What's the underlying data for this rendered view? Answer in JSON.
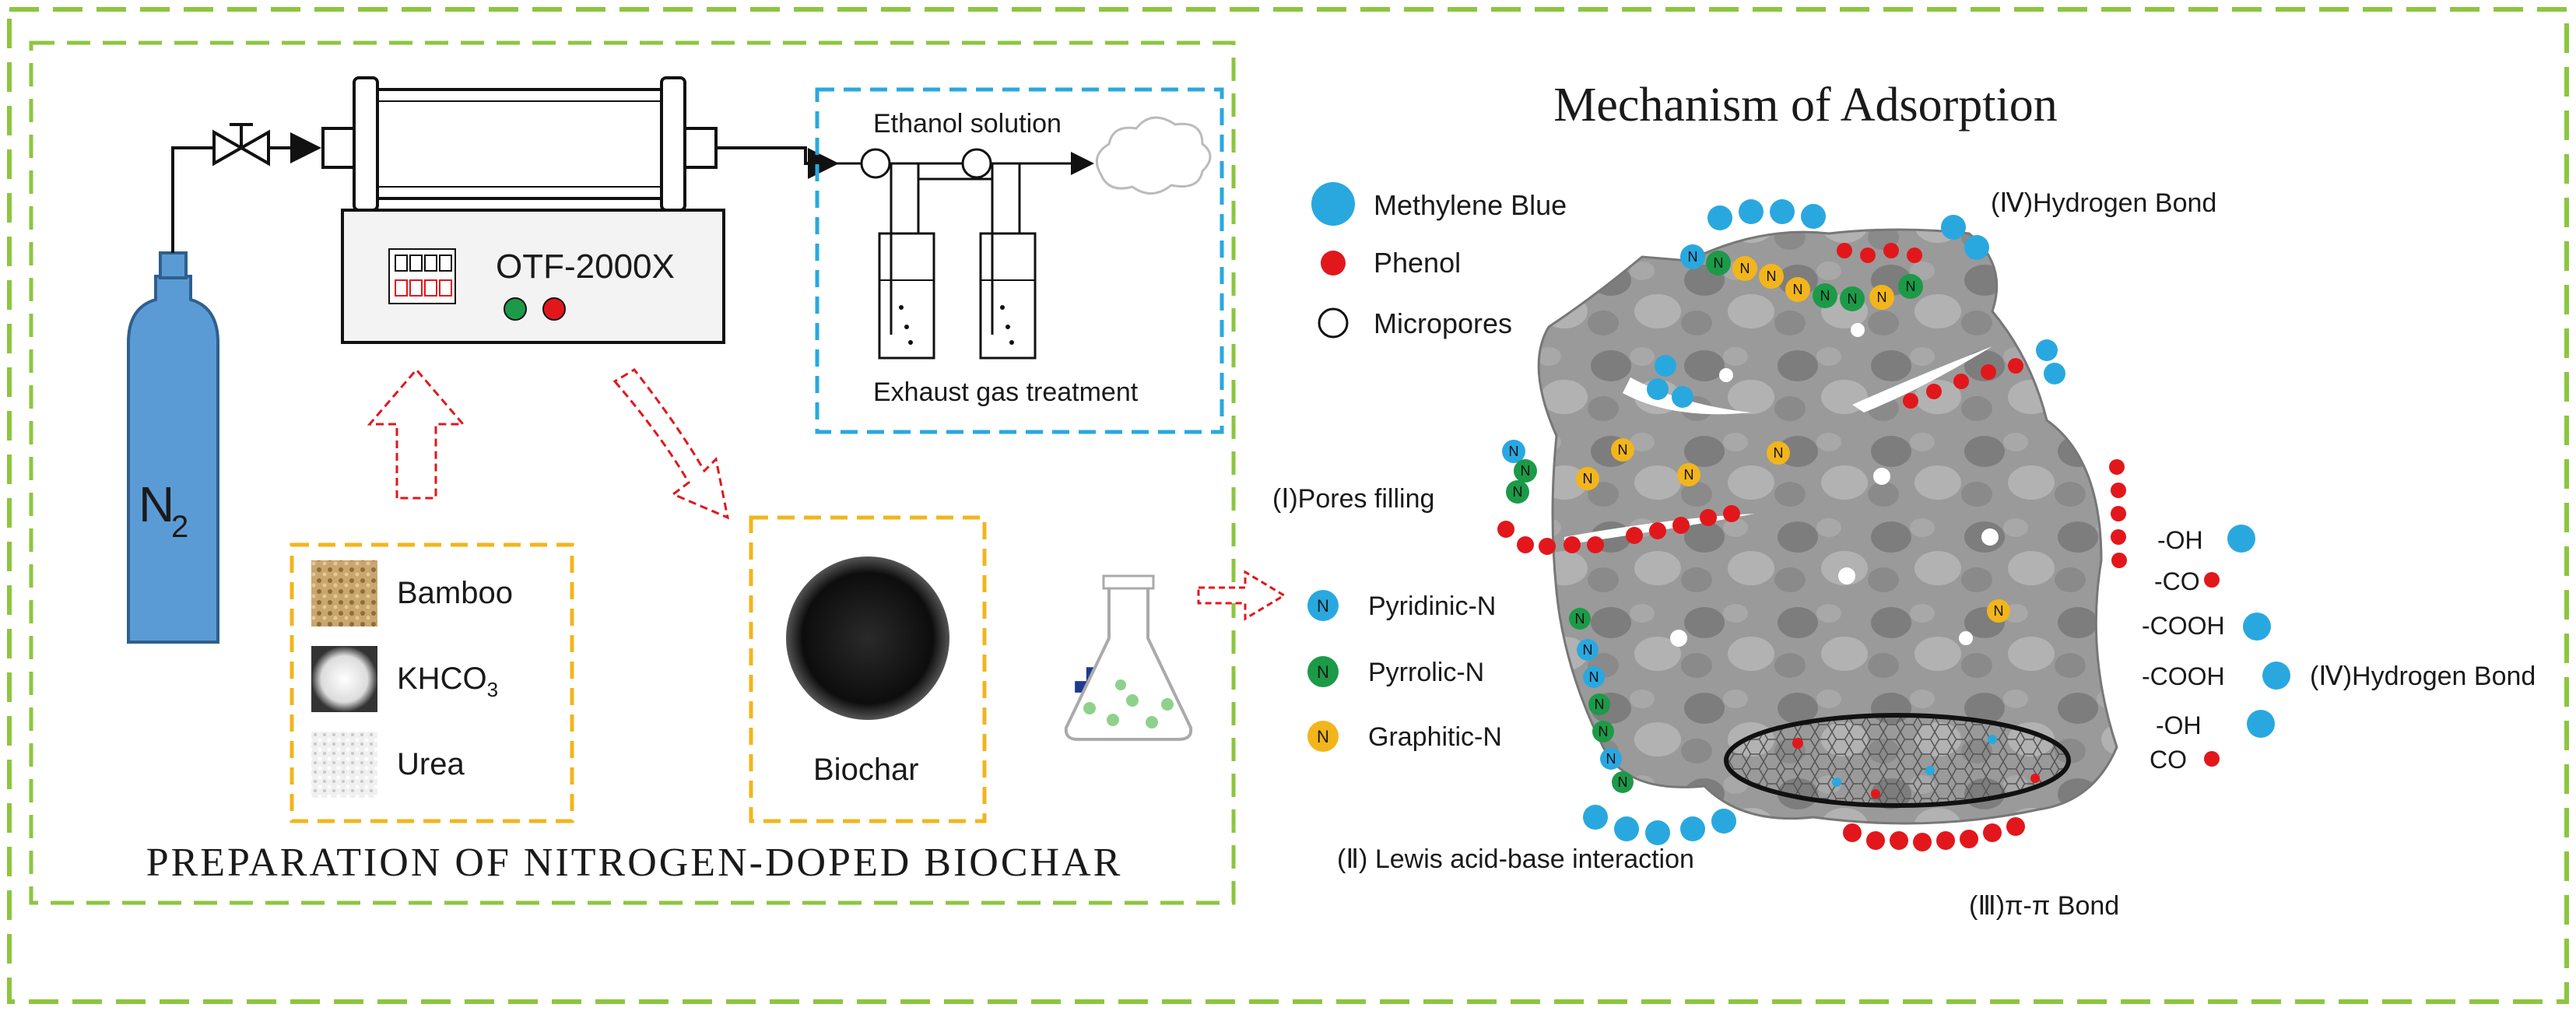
{
  "left_panel": {
    "title": "PREPARATION OF NITROGEN-DOPED BIOCHAR",
    "cylinder_label": "N",
    "cylinder_label_sub": "2",
    "furnace_model": "OTF-2000X",
    "ethanol_label": "Ethanol solution",
    "exhaust_label": "Exhaust gas treatment",
    "materials": [
      "Bamboo",
      "KHCO",
      "Urea"
    ],
    "khco_sub": "3",
    "biochar_label": "Biochar"
  },
  "right_panel": {
    "title": "Mechanism of Adsorption",
    "legend": [
      "Methylene Blue",
      "Phenol",
      "Micropores"
    ],
    "n_types": [
      "Pyridinic-N",
      "Pyrrolic-N",
      "Graphitic-N"
    ],
    "n_glyph": "N",
    "labels": {
      "pores_filling": "(Ⅰ)Pores filling",
      "lewis": "(Ⅱ) Lewis acid-base interaction",
      "pi_bond": "(Ⅲ)π-π Bond",
      "hbond_top": "(Ⅳ)Hydrogen Bond",
      "hbond_right": "(Ⅳ)Hydrogen Bond"
    },
    "groups": [
      "-OH",
      "-CO",
      "-COOH",
      "-COOH",
      "-OH",
      "CO"
    ]
  },
  "colors": {
    "frame_green": "#8cc63f",
    "box_blue": "#29a8e0",
    "box_yellow": "#f2b51c",
    "methylene_blue": "#29a8e0",
    "phenol_red": "#e2171c",
    "pyrrolic_green": "#1c9a48",
    "graphitic_yellow": "#f2b51c",
    "title_red": "#d7333f",
    "cylinder": "#5b9bd5"
  }
}
